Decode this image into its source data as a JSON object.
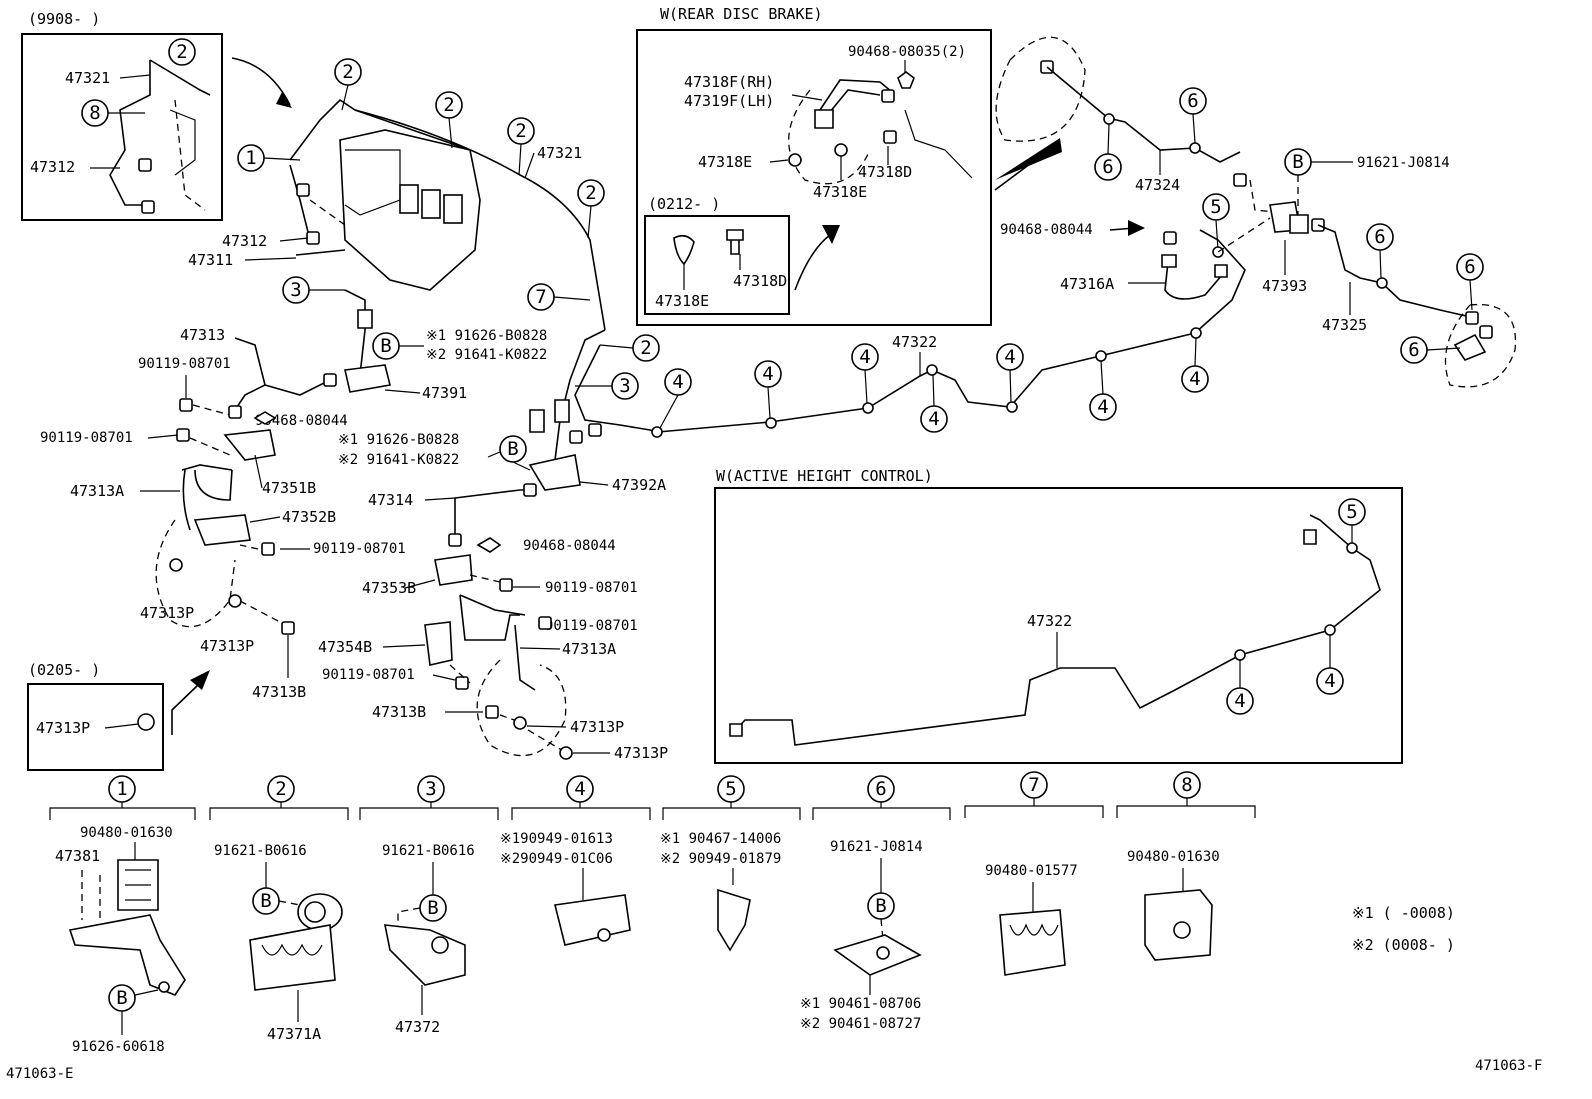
{
  "callouts": {
    "c1": "1",
    "c2": "2",
    "c3": "3",
    "c4": "4",
    "c5": "5",
    "c6": "6",
    "c7": "7",
    "c8": "8",
    "b": "B"
  },
  "insets": {
    "top_left": {
      "period": "(9908-     )",
      "p1": "47321",
      "p2": "47312"
    },
    "rear_disc": {
      "title": "W(REAR DISC BRAKE)",
      "clip": "90468-08035(2)",
      "rh": "47318F(RH)",
      "lh": "47319F(LH)",
      "e1": "47318E",
      "d1": "47318D",
      "e2": "47318E"
    },
    "sub_0212": {
      "period": "(0212-     )",
      "e": "47318E",
      "d": "47318D"
    },
    "sub_0205": {
      "period": "(0205-     )",
      "p": "47313P"
    },
    "active_height": {
      "title": "W(ACTIVE HEIGHT CONTROL)",
      "pipe": "47322"
    }
  },
  "parts": {
    "p47312": "47312",
    "p47311": "47311",
    "p47321": "47321",
    "p47313": "47313",
    "p90119_a": "90119-08701",
    "p90119_b": "90119-08701",
    "p90119_c": "90119-08701",
    "p90119_d": "90119-08701",
    "p90119_e": "90119-08701",
    "p90119_f": "90119-08701",
    "mark1_a": "※1 91626-B0828",
    "mark2_a": "※2 91641-K0822",
    "mark1_b": "※1 91626-B0828",
    "mark2_b": "※2 91641-K0822",
    "p47391": "47391",
    "p90468_a": "90468-08044",
    "p90468_b": "90468-08044",
    "p90468_c": "90468-08044",
    "p47351b": "47351B",
    "p47313a_l": "47313A",
    "p47352b": "47352B",
    "p47313p_1": "47313P",
    "p47313p_2": "47313P",
    "p47313b_1": "47313B",
    "p47314": "47314",
    "p47392a": "47392A",
    "p47353b": "47353B",
    "p47354b": "47354B",
    "p47313a_r": "47313A",
    "p47313b_2": "47313B",
    "p47313p_3": "47313P",
    "p47313p_4": "47313P",
    "p47322": "47322",
    "p47324": "47324",
    "p47316a": "47316A",
    "p47393": "47393",
    "p47325": "47325",
    "p91621_j": "91621-J0814"
  },
  "legend_parts": {
    "g1": {
      "clip": "90480-01630",
      "bracket": "47381",
      "bolt": "91626-60618"
    },
    "g2": {
      "bolt": "91621-B0616",
      "clamp": "47371A"
    },
    "g3": {
      "bolt": "91621-B0616",
      "clamp": "47372"
    },
    "g4": {
      "m1": "※190949-01613",
      "m2": "※290949-01C06"
    },
    "g5": {
      "m1": "※1 90467-14006",
      "m2": "※2 90949-01879"
    },
    "g6": {
      "bolt": "91621-J0814",
      "m1": "※1 90461-08706",
      "m2": "※2 90461-08727"
    },
    "g7": {
      "clip": "90480-01577"
    },
    "g8": {
      "clip": "90480-01630"
    }
  },
  "notes": {
    "n1": "※1 (      -0008)",
    "n2": "※2 (0008-      )"
  },
  "footer": {
    "left_code": "471063-E",
    "right_code": "471063-F"
  }
}
